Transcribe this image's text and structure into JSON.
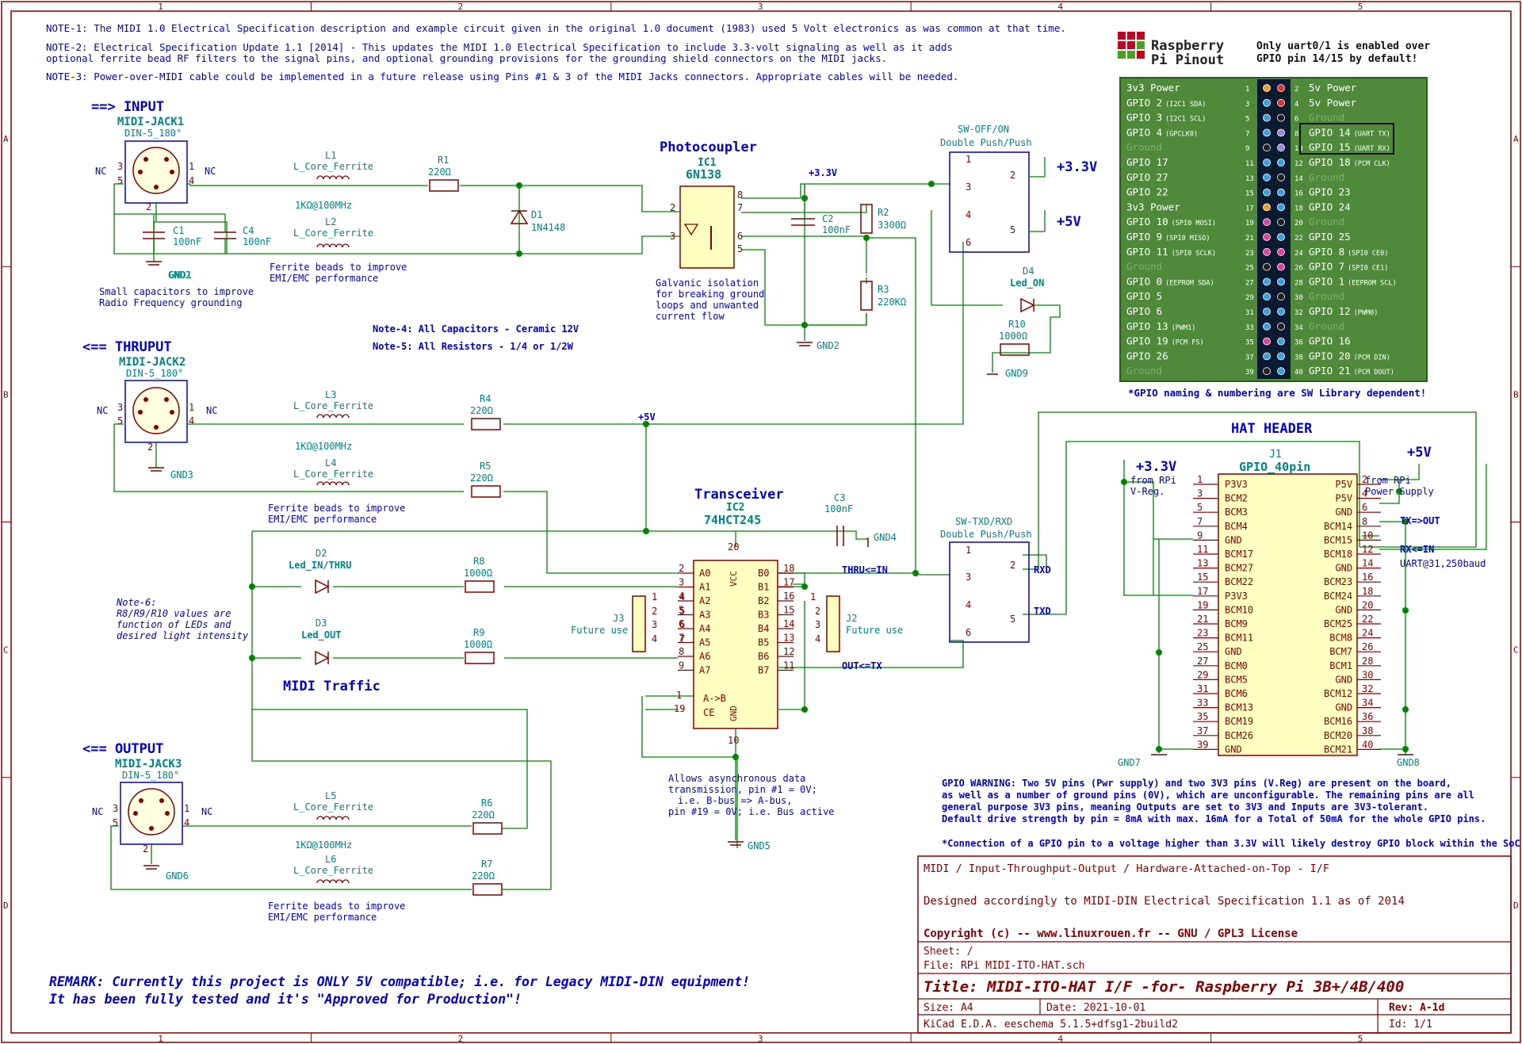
{
  "notes": {
    "n1": "NOTE-1: The MIDI 1.0 Electrical Specification description and example circuit given in the original 1.0 document (1983) used 5 Volt electronics as was common at that time.",
    "n2a": "NOTE-2: Electrical Specification Update 1.1 [2014] - This updates the MIDI 1.0 Electrical Specification to include 3.3-volt signaling as well as it adds",
    "n2b": "optional ferrite bead RF filters to the signal pins, and optional grounding provisions for the grounding shield connectors on the MIDI jacks.",
    "n3": "NOTE-3: Power-over-MIDI cable could be implemented in a future release using Pins #1 & 3 of the MIDI Jacks connectors. Appropriate cables will be needed.",
    "n4": "Note-4: All Capacitors - Ceramic 12V",
    "n5": "Note-5: All Resistors - 1/4 or 1/2W",
    "n6": [
      "Note-6:",
      "R8/R9/R10 values are",
      "function of LEDs and",
      "desired light intensity"
    ],
    "caps_note": [
      "Small capacitors to improve",
      "Radio Frequency grounding"
    ],
    "ferrite_note": [
      "Ferrite beads to improve",
      "EMI/EMC performance"
    ],
    "galvanic": [
      "Galvanic isolation",
      "for breaking ground",
      "loops and unwanted",
      "current flow"
    ],
    "async": [
      "Allows asynchronous data",
      "transmission, pin #1 = 0V;",
      "i.e. B-bus => A-bus,",
      "pin #19 = 0V; i.e. Bus active"
    ],
    "remark1": "REMARK: Currently this project is ONLY 5V compatible; i.e. for Legacy MIDI-DIN equipment!",
    "remark2": "It has been fully tested and it's \"Approved for Production\"!",
    "gpio_warn": [
      "GPIO WARNING: Two 5V pins (Pwr supply) and two 3V3 pins (V.Reg) are present on the board,",
      "as well as a number of ground pins (0V), which are unconfigurable. The remaining pins are all",
      "general purpose 3V3 pins, meaning Outputs are set to 3V3 and Inputs are 3V3-tolerant.",
      "Default drive strength by pin = 8mA with max. 16mA for a Total of 50mA for the whole GPIO pins."
    ],
    "gpio_warn2": "*Connection of a GPIO pin to a voltage higher than 3.3V will likely destroy GPIO block within the SoC!!!"
  },
  "jacks": {
    "input": {
      "title": "==> INPUT",
      "ref": "MIDI-JACK1",
      "value": "DIN-5_180°",
      "gnd": "GND1"
    },
    "thru": {
      "title": "<== THRUPUT",
      "ref": "MIDI-JACK2",
      "value": "DIN-5_180°",
      "gnd": "GND3"
    },
    "output": {
      "title": "<== OUTPUT",
      "ref": "MIDI-JACK3",
      "value": "DIN-5_180°",
      "gnd": "GND6"
    },
    "nc": "NC"
  },
  "parts": {
    "L1": "L1",
    "L2": "L2",
    "L3": "L3",
    "L4": "L4",
    "L5": "L5",
    "L6": "L6",
    "lval": "L_Core_Ferrite",
    "lspec": "1KΩ@100MHz",
    "R1": "R1",
    "R1v": "220Ω",
    "R2": "R2",
    "R2v": "3300Ω",
    "R3": "R3",
    "R3v": "220KΩ",
    "R4": "R4",
    "R4v": "220Ω",
    "R5": "R5",
    "R5v": "220Ω",
    "R6": "R6",
    "R6v": "220Ω",
    "R7": "R7",
    "R7v": "220Ω",
    "R8": "R8",
    "R8v": "1000Ω",
    "R9": "R9",
    "R9v": "1000Ω",
    "R10": "R10",
    "R10v": "1000Ω",
    "C1": "C1",
    "C1v": "100nF",
    "C2": "C2",
    "C2v": "100nF",
    "C3": "C3",
    "C3v": "100nF",
    "C4": "C4",
    "C4v": "100nF",
    "D1": "D1",
    "D1v": "1N4148",
    "D2": "D2",
    "D2v": "Led_IN/THRU",
    "D3": "D3",
    "D3v": "Led_OUT",
    "D4": "D4",
    "D4v": "Led_ON",
    "pc_title": "Photocoupler",
    "IC1": "IC1",
    "IC1v": "6N138",
    "tr_title": "Transceiver",
    "IC2": "IC2",
    "IC2v": "74HCT245",
    "J2": "J2",
    "J3": "J3",
    "future": "Future use",
    "gnd2": "GND2",
    "gnd4": "GND4",
    "gnd5": "GND5",
    "gnd7": "GND7",
    "gnd8": "GND8",
    "gnd9": "GND9",
    "v33": "+3.3V",
    "v5": "+5V",
    "sw1_t": "SW-OFF/ON",
    "sw1_s": "Double Push/Push",
    "sw2_t": "SW-TXD/RXD",
    "sw2_s": "Double Push/Push",
    "thru_in": "THRU<=IN",
    "out_tx": "OUT<=TX",
    "rxd": "RXD",
    "txd": "TXD",
    "midi_traffic": "MIDI Traffic",
    "hat": "HAT HEADER",
    "J1": "J1",
    "J1v": "GPIO_40pin",
    "from_rpi": "from RPi",
    "vreg": "V-Reg.",
    "pwr": "Power Supply",
    "tx_out": "TX=>OUT",
    "rx_in": "RX<=IN",
    "uart": "UART@31,250baud"
  },
  "ic2_pins": {
    "left": [
      "A0",
      "A1",
      "A2",
      "A3",
      "A4",
      "A5",
      "A6",
      "A7"
    ],
    "left_n": [
      "2",
      "3",
      "4",
      "5",
      "6",
      "7",
      "8",
      "9"
    ],
    "right": [
      "B0",
      "B1",
      "B2",
      "B3",
      "B4",
      "B5",
      "B6",
      "B7"
    ],
    "right_n": [
      "18",
      "17",
      "16",
      "15",
      "14",
      "13",
      "12",
      "11"
    ]
  },
  "j1": {
    "left": [
      "P3V3",
      "BCM2",
      "BCM3",
      "BCM4",
      "GND",
      "BCM17",
      "BCM27",
      "BCM22",
      "P3V3",
      "BCM10",
      "BCM9",
      "BCM11",
      "GND",
      "BCM0",
      "BCM5",
      "BCM6",
      "BCM13",
      "BCM19",
      "BCM26",
      "GND"
    ],
    "right": [
      "P5V",
      "P5V",
      "GND",
      "BCM14",
      "BCM15",
      "BCM18",
      "GND",
      "BCM23",
      "BCM24",
      "GND",
      "BCM25",
      "BCM8",
      "BCM7",
      "BCM1",
      "GND",
      "BCM12",
      "GND",
      "BCM16",
      "BCM20",
      "BCM21"
    ]
  },
  "pinout": {
    "title1": "Raspberry",
    "title2": "Pi Pinout",
    "note1": "Only uart0/1 is enabled over",
    "note2": "GPIO pin 14/15 by default!",
    "footer": "*GPIO naming & numbering are SW Library dependent!",
    "left": [
      {
        "name": "3v3 Power",
        "sub": "",
        "kind": "pwr"
      },
      {
        "name": "GPIO 2",
        "sub": "(I2C1 SDA)",
        "kind": "g"
      },
      {
        "name": "GPIO 3",
        "sub": "(I2C1 SCL)",
        "kind": "g"
      },
      {
        "name": "GPIO 4",
        "sub": "(GPCLK0)",
        "kind": "g"
      },
      {
        "name": "Ground",
        "sub": "",
        "kind": "gnd"
      },
      {
        "name": "GPIO 17",
        "sub": "",
        "kind": "g"
      },
      {
        "name": "GPIO 27",
        "sub": "",
        "kind": "g"
      },
      {
        "name": "GPIO 22",
        "sub": "",
        "kind": "g"
      },
      {
        "name": "3v3 Power",
        "sub": "",
        "kind": "pwr"
      },
      {
        "name": "GPIO 10",
        "sub": "(SPI0 MOSI)",
        "kind": "g"
      },
      {
        "name": "GPIO 9",
        "sub": "(SPI0 MISO)",
        "kind": "g"
      },
      {
        "name": "GPIO 11",
        "sub": "(SPI0 SCLK)",
        "kind": "g"
      },
      {
        "name": "Ground",
        "sub": "",
        "kind": "gnd"
      },
      {
        "name": "GPIO 0",
        "sub": "(EEPROM SDA)",
        "kind": "g"
      },
      {
        "name": "GPIO 5",
        "sub": "",
        "kind": "g"
      },
      {
        "name": "GPIO 6",
        "sub": "",
        "kind": "g"
      },
      {
        "name": "GPIO 13",
        "sub": "(PWM1)",
        "kind": "g"
      },
      {
        "name": "GPIO 19",
        "sub": "(PCM FS)",
        "kind": "g"
      },
      {
        "name": "GPIO 26",
        "sub": "",
        "kind": "g"
      },
      {
        "name": "Ground",
        "sub": "",
        "kind": "gnd"
      }
    ],
    "right": [
      {
        "name": "5v Power",
        "sub": "",
        "kind": "pwr"
      },
      {
        "name": "5v Power",
        "sub": "",
        "kind": "pwr"
      },
      {
        "name": "Ground",
        "sub": "",
        "kind": "gnd"
      },
      {
        "name": "GPIO 14",
        "sub": "(UART TX)",
        "kind": "g"
      },
      {
        "name": "GPIO 15",
        "sub": "(UART RX)",
        "kind": "g"
      },
      {
        "name": "GPIO 18",
        "sub": "(PCM CLK)",
        "kind": "g"
      },
      {
        "name": "Ground",
        "sub": "",
        "kind": "gnd"
      },
      {
        "name": "GPIO 23",
        "sub": "",
        "kind": "g"
      },
      {
        "name": "GPIO 24",
        "sub": "",
        "kind": "g"
      },
      {
        "name": "Ground",
        "sub": "",
        "kind": "gnd"
      },
      {
        "name": "GPIO 25",
        "sub": "",
        "kind": "g"
      },
      {
        "name": "GPIO 8",
        "sub": "(SPI0 CE0)",
        "kind": "g"
      },
      {
        "name": "GPIO 7",
        "sub": "(SPI0 CE1)",
        "kind": "g"
      },
      {
        "name": "GPIO 1",
        "sub": "(EEPROM SCL)",
        "kind": "g"
      },
      {
        "name": "Ground",
        "sub": "",
        "kind": "gnd"
      },
      {
        "name": "GPIO 12",
        "sub": "(PWM0)",
        "kind": "g"
      },
      {
        "name": "Ground",
        "sub": "",
        "kind": "gnd"
      },
      {
        "name": "GPIO 16",
        "sub": "",
        "kind": "g"
      },
      {
        "name": "GPIO 20",
        "sub": "(PCM DIN)",
        "kind": "g"
      },
      {
        "name": "GPIO 21",
        "sub": "(PCM DOUT)",
        "kind": "g"
      }
    ],
    "dot_colors_left": [
      "#f0a020",
      "#3aa0e0",
      "#3aa0e0",
      "#3aa0e0",
      "#202020",
      "#3aa0e0",
      "#3aa0e0",
      "#3aa0e0",
      "#f0a020",
      "#e040a0",
      "#e040a0",
      "#e040a0",
      "#202020",
      "#3aa0e0",
      "#3aa0e0",
      "#3aa0e0",
      "#3aa0e0",
      "#e040a0",
      "#3aa0e0",
      "#202020"
    ],
    "dot_colors_right": [
      "#e03030",
      "#e03030",
      "#202020",
      "#a080e0",
      "#a080e0",
      "#3aa0e0",
      "#202020",
      "#3aa0e0",
      "#3aa0e0",
      "#202020",
      "#3aa0e0",
      "#e040a0",
      "#e040a0",
      "#3aa0e0",
      "#202020",
      "#3aa0e0",
      "#202020",
      "#3aa0e0",
      "#3aa0e0",
      "#3aa0e0"
    ]
  },
  "title_block": {
    "line1": "MIDI / Input-Throughput-Output / Hardware-Attached-on-Top - I/F",
    "line2": "Designed accordingly to MIDI-DIN Electrical Specification 1.1 as of 2014",
    "copyright": "Copyright (c) -- www.linuxrouen.fr -- GNU / GPL3 License",
    "sheet": "Sheet: /",
    "file": "File: RPi MIDI-ITO-HAT.sch",
    "title": "Title: MIDI-ITO-HAT  I/F   -for-   Raspberry Pi 3B+/4B/400",
    "size": "Size: A4",
    "date": "Date: 2021-10-01",
    "rev": "Rev: A-1d",
    "kicad": "KiCad E.D.A.  eeschema 5.1.5+dfsg1-2build2",
    "id": "Id: 1/1"
  },
  "frame": {
    "cols": [
      "1",
      "2",
      "3",
      "4",
      "5"
    ],
    "rows": [
      "A",
      "B",
      "C",
      "D"
    ]
  },
  "colors": {
    "frame": "#840000",
    "wire": "#008400",
    "label": "#008484",
    "text": "#0000c8",
    "pinout_bg": "#4f8a3a"
  }
}
